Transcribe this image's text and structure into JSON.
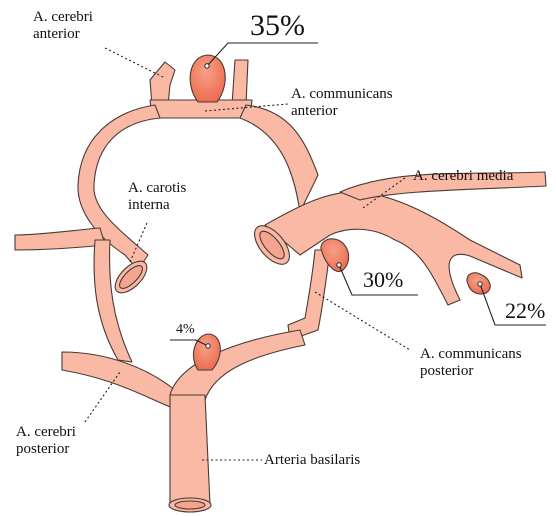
{
  "labels": {
    "cerebri_anterior": "A. cerebri\nanterior",
    "communicans_anterior": "A. communicans\nanterior",
    "carotis_interna": "A. carotis\ninterna",
    "cerebri_media": "A. cerebri media",
    "communicans_posterior": "A. communicans\nposterior",
    "cerebri_posterior": "A. cerebri\nposterior",
    "arteria_basilaris": "Arteria basilaris"
  },
  "percentages": {
    "anterior_communicating": "35%",
    "middle_cerebral_bifurcation": "30%",
    "middle_cerebral_distal": "22%",
    "basilar_tip": "4%"
  },
  "colors": {
    "vessel_fill": "#f9b9a4",
    "vessel_stroke": "#4a3a35",
    "aneurysm_fill": "#f07d62",
    "aneurysm_highlight": "#f4a893",
    "lumen_fill": "#f3a58f"
  }
}
